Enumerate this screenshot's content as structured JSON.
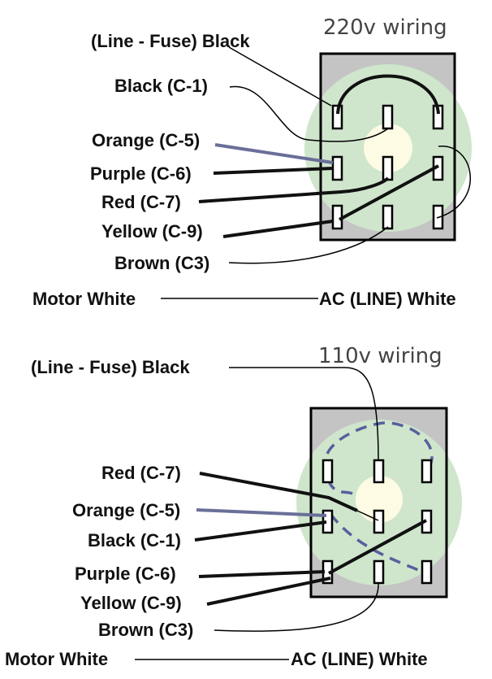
{
  "top": {
    "title": "220v wiring",
    "line_fuse": "(Line - Fuse) Black",
    "black": "Black (C-1)",
    "orange": "Orange (C-5)",
    "purple": "Purple (C-6)",
    "red": "Red (C-7)",
    "yellow": "Yellow (C-9)",
    "brown": "Brown (C3)",
    "motor_white": "Motor White",
    "ac_white": "AC (LINE) White"
  },
  "bottom": {
    "title": "110v wiring",
    "line_fuse": "(Line - Fuse) Black",
    "red": "Red (C-7)",
    "orange": "Orange (C-5)",
    "black": "Black (C-1)",
    "purple": "Purple (C-6)",
    "yellow": "Yellow (C-9)",
    "brown": "Brown (C3)",
    "motor_white": "Motor White",
    "ac_white": "AC (LINE) White"
  },
  "colors": {
    "socket_gray": "#c4c4c4",
    "socket_green": "#cfe6cc",
    "socket_center": "#fdfbe4",
    "blue_wire": "#6a6f99"
  }
}
